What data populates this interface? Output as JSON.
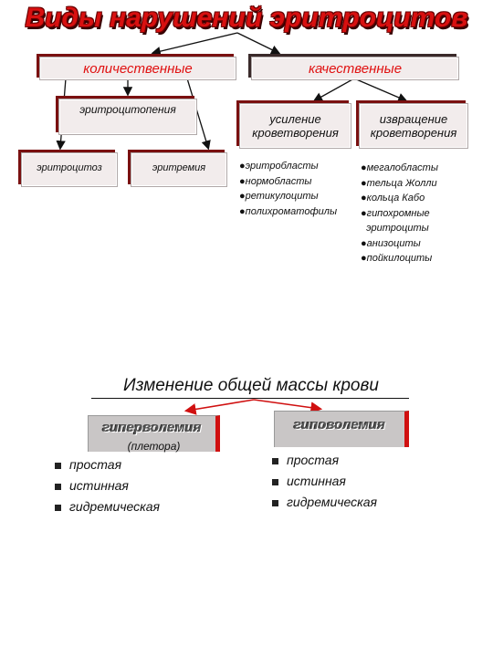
{
  "title": "Виды нарушений эритроцитов",
  "top": {
    "quantitative": "количественные",
    "qualitative": "качественные",
    "erythrocytopenia": "эритроцитопения",
    "erythrocytosis": "эритроцитоз",
    "erythremia": "эритремия",
    "increased": [
      "усиление",
      "кроветворения"
    ],
    "perverted": [
      "извращение",
      "кроветворения"
    ],
    "increased_list": [
      "●эритробласты",
      "●нормобласты",
      "●ретикулоциты",
      "●полихроматофилы"
    ],
    "perverted_list": [
      "●мегалобласты",
      "●тельца Жолли",
      "●кольца Кабо",
      "●гипохромные",
      "  эритроциты",
      "●анизоциты",
      "●пойкилоциты"
    ]
  },
  "bottom": {
    "title": "Изменение общей массы крови",
    "hyper": "гиперволемия",
    "plethora": "(плетора)",
    "hypo": "гиповолемия",
    "hyper_items": [
      "простая",
      "истинная",
      "гидремическая"
    ],
    "hypo_items": [
      "простая",
      "истинная",
      "гидремическая"
    ]
  },
  "colors": {
    "accent": "#e01010",
    "box_fill": "#f2ecec",
    "gray_fill": "#c9c6c6"
  }
}
